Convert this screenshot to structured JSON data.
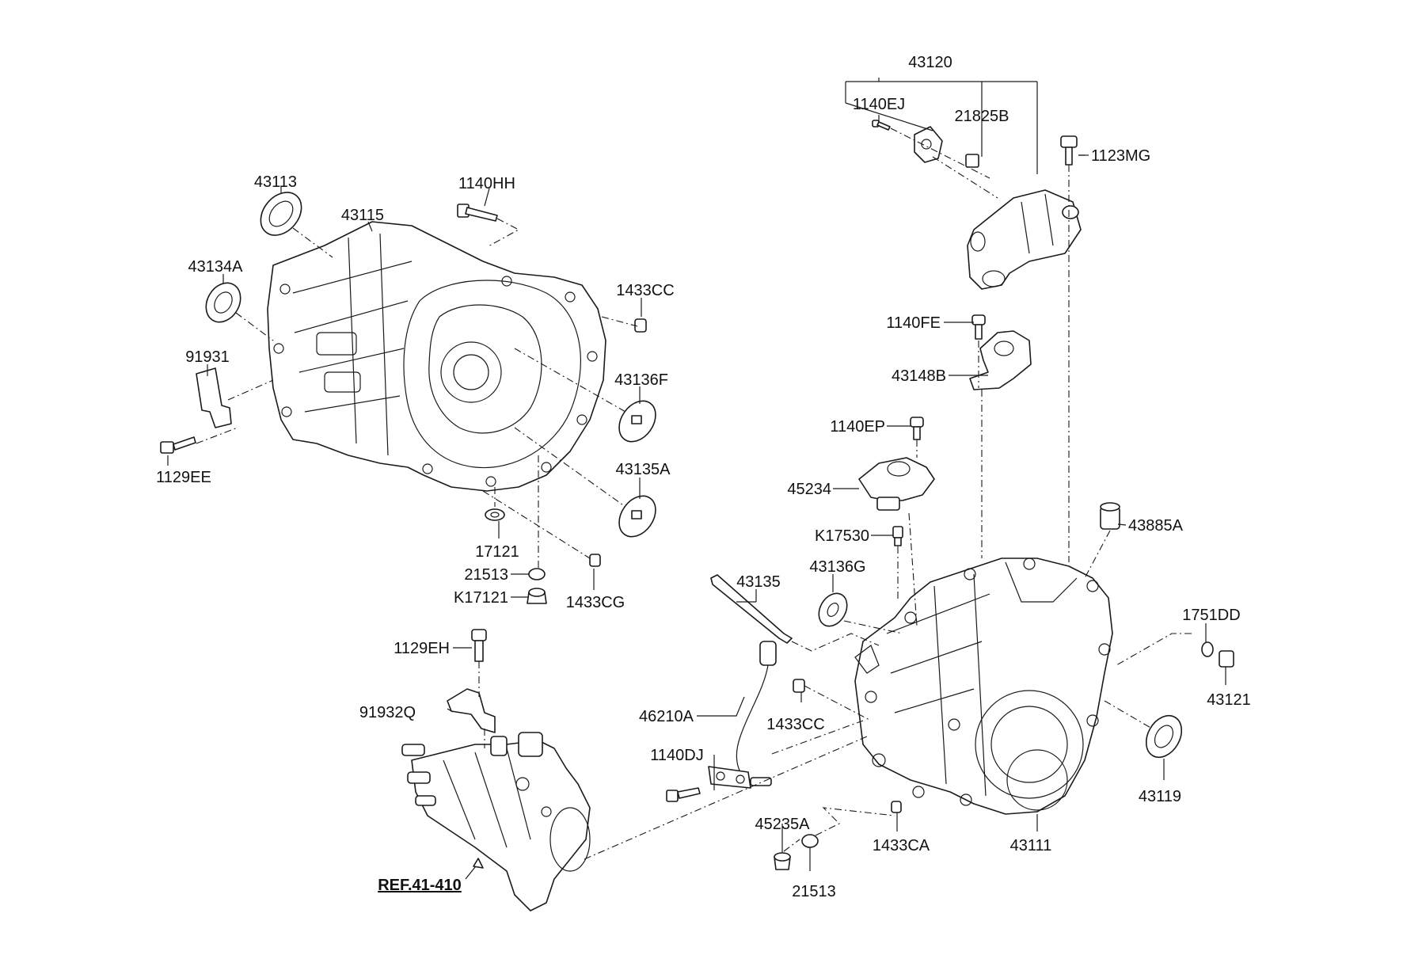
{
  "diagram": {
    "reference": "REF.41-410",
    "labels": [
      {
        "id": "43120",
        "text": "43120"
      },
      {
        "id": "1140EJ",
        "text": "1140EJ"
      },
      {
        "id": "21825B",
        "text": "21825B"
      },
      {
        "id": "1123MG",
        "text": "1123MG"
      },
      {
        "id": "43113",
        "text": "43113"
      },
      {
        "id": "1140HH",
        "text": "1140HH"
      },
      {
        "id": "43115",
        "text": "43115"
      },
      {
        "id": "43134A",
        "text": "43134A"
      },
      {
        "id": "1433CC-top",
        "text": "1433CC"
      },
      {
        "id": "1140FE",
        "text": "1140FE"
      },
      {
        "id": "91931",
        "text": "91931"
      },
      {
        "id": "43148B",
        "text": "43148B"
      },
      {
        "id": "43136F",
        "text": "43136F"
      },
      {
        "id": "1140EP",
        "text": "1140EP"
      },
      {
        "id": "1129EE",
        "text": "1129EE"
      },
      {
        "id": "43135A",
        "text": "43135A"
      },
      {
        "id": "45234",
        "text": "45234"
      },
      {
        "id": "43885A",
        "text": "43885A"
      },
      {
        "id": "K17530",
        "text": "K17530"
      },
      {
        "id": "17121",
        "text": "17121"
      },
      {
        "id": "43135",
        "text": "43135"
      },
      {
        "id": "43136G",
        "text": "43136G"
      },
      {
        "id": "21513-top",
        "text": "21513"
      },
      {
        "id": "1433CG",
        "text": "1433CG"
      },
      {
        "id": "K17121",
        "text": "K17121"
      },
      {
        "id": "1751DD",
        "text": "1751DD"
      },
      {
        "id": "1129EH",
        "text": "1129EH"
      },
      {
        "id": "43121",
        "text": "43121"
      },
      {
        "id": "91932Q",
        "text": "91932Q"
      },
      {
        "id": "46210A",
        "text": "46210A"
      },
      {
        "id": "1433CC-mid",
        "text": "1433CC"
      },
      {
        "id": "43119",
        "text": "43119"
      },
      {
        "id": "1140DJ",
        "text": "1140DJ"
      },
      {
        "id": "45235A",
        "text": "45235A"
      },
      {
        "id": "1433CA",
        "text": "1433CA"
      },
      {
        "id": "43111",
        "text": "43111"
      },
      {
        "id": "21513-bottom",
        "text": "21513"
      }
    ]
  }
}
